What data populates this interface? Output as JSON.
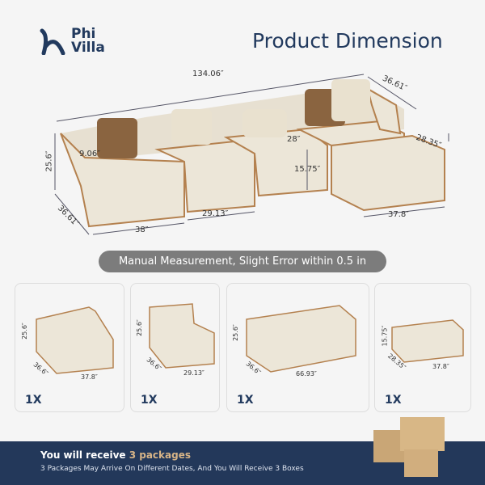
{
  "brand": {
    "line1": "Phi",
    "line2": "Villa"
  },
  "title": "Product Dimension",
  "main_dimensions": {
    "total_width": "134.06″",
    "depth_right": "36.61″",
    "height": "25.6″",
    "arm_width": "9.06″",
    "seat_depth": "28″",
    "seat_height": "15.75″",
    "ottoman_depth": "28.35″",
    "depth_left": "36.61″",
    "corner_width": "38″",
    "armless_width": "29.13″",
    "ottoman_width": "37.8″"
  },
  "note": "Manual Measurement, Slight Error within 0.5 in",
  "packages": [
    {
      "height": "25.6″",
      "depth": "36.6″",
      "width": "37.8″",
      "qty": "1X"
    },
    {
      "height": "25.6″",
      "depth": "36.6″",
      "width": "29.13″",
      "qty": "1X"
    },
    {
      "height": "25.6″",
      "depth": "36.6″",
      "width": "66.93″",
      "qty": "1X"
    },
    {
      "height": "15.75″",
      "depth": "28.35″",
      "width": "37.8″",
      "qty": "1X"
    }
  ],
  "banner": {
    "prefix": "You will receive ",
    "highlight": "3 packages",
    "subtitle": "3 Packages May Arrive On Different Dates, And You Will Receive 3 Boxes"
  },
  "colors": {
    "navy": "#23385a",
    "accent": "#d7b487",
    "fabric": "#ece6d8",
    "piping": "#b4814f"
  }
}
